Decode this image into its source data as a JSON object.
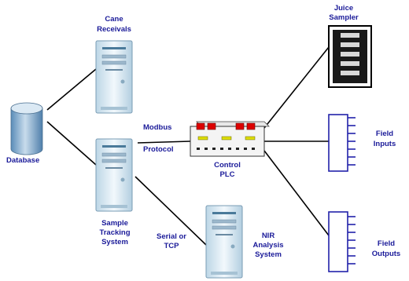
{
  "labels": {
    "cane_receivals": [
      "Cane",
      "Receivals"
    ],
    "database": "Database",
    "sample_tracking": [
      "Sample",
      "Tracking",
      "System"
    ],
    "modbus": "Modbus",
    "protocol": "Protocol",
    "control_plc": [
      "Control",
      "PLC"
    ],
    "serial_tcp": [
      "Serial or",
      "TCP"
    ],
    "nir_analysis": [
      "NIR",
      "Analysis",
      "System"
    ],
    "juice_sampler": [
      "Juice",
      "Sampler"
    ],
    "field_inputs": [
      "Field",
      "Inputs"
    ],
    "field_outputs": [
      "Field",
      "Outputs"
    ]
  },
  "colors": {
    "label_text": "#1a1a99",
    "line": "#000000",
    "computer_body": "#dcecf4",
    "database_fill": "#8ab4d4",
    "io_bus": "#2222aa",
    "plc_red": "#dd0000",
    "plc_yellow": "#dddd00"
  },
  "icons": [
    "database-icon",
    "computer-icon",
    "plc-icon",
    "juice-sampler-icon",
    "io-bus-icon"
  ]
}
